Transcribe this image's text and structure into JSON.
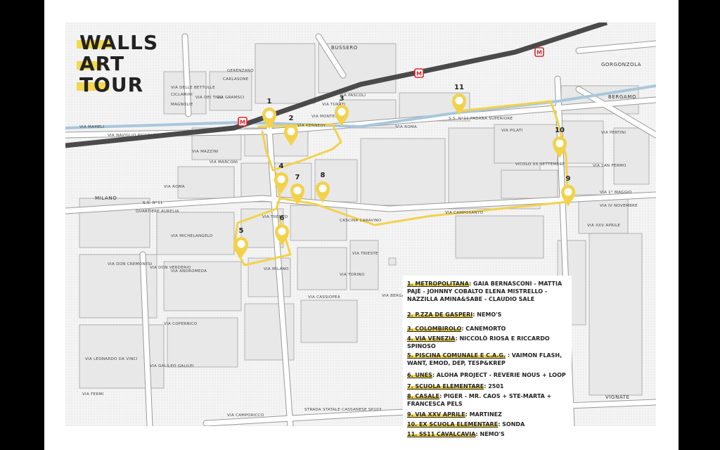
{
  "title": {
    "line1": "WALLS",
    "line2": "ART",
    "line3": "TOUR"
  },
  "colors": {
    "route": "#f2d24b",
    "pin": "#f2d24b",
    "canal": "#a8c7dc",
    "railway": "#4a4a4a",
    "road": "#ffffff",
    "block": "#e6e6e6",
    "metro": "#d9242b"
  },
  "cities": {
    "busserò": "BUSSERO",
    "gorgonzola": "GORGONZOLA",
    "bergamo": "BERGAMO",
    "milano": "MILANO",
    "vignate": "VIGNATE"
  },
  "streets": {
    "mameli": "VIA MAMELI",
    "naviglio": "VIA NAVIGLIO PICCOLO",
    "kennedy": "VIA KENNEDY",
    "roma": "VIA ROMA",
    "roma2": "VIA ROMA",
    "padana": "S.S. N°11 PADANA SUPERIORE",
    "mazzini": "VIA MAZZINI",
    "marconi": "VIA MARCONI",
    "dei_tigli": "VIA DEI TIGLI",
    "gramsci": "VIA GRAMSCI",
    "bs11": "S.S. N°11",
    "aurelia": "QUARTIERE AURELIA",
    "michelangelo": "VIA MICHELANGELO",
    "andromeda": "VIA ANDROMEDA",
    "milano_st": "VIA MILANO",
    "trento": "VIA TRENTO",
    "campo_santo": "VIA CAMPOSANTO",
    "cascina": "CASCINA CARAVINO",
    "cassiopea": "VIA CASSIOPEA",
    "copernico": "VIA COPERNICO",
    "leonardo": "VIA LEONARDO DA VINCI",
    "galileo": "VIA GALILEO GALILEI",
    "fermi": "VIA FERMI",
    "camporicco": "VIA CAMPORICCO",
    "cassanese": "STRADA STATALE CASSANESE SP103",
    "pertini": "VIA PERTINI",
    "san_fermo": "VIA SAN FERMO",
    "maggio": "VIA 1° MAGGIO",
    "novembre": "VIA IV NOVEMBRE",
    "xx_settembre": "VICOLO XX SETTEMBRE",
    "xxv_aprile": "VIA XXV APRILE",
    "bergamo_st": "VIA BERGAMO",
    "trieste": "VIA TRIESTE",
    "torino": "VIA TORINO",
    "don_verderio": "VIA DON VERDERIO",
    "don_cremonesi": "VIA DON CREMONESI",
    "turati": "VIA TURATI",
    "monterana": "VIA MONTERANA",
    "pilati": "VIA PILATI",
    "dei_bettulli": "VIA DELLE BETTULLE",
    "magnolie": "MAGNOLIE",
    "ciclamini": "CICLAMINI",
    "gerenzano": "GERENZANO",
    "carlasone": "CARLASONE",
    "pascoli": "VIA PASCOLI"
  },
  "pins": [
    "1",
    "2",
    "3",
    "4",
    "5",
    "6",
    "7",
    "8",
    "9",
    "10",
    "11"
  ],
  "legend": [
    {
      "name": "1. METROPOLITANA",
      "artists": ": GAIA BERNASCONI - MATTIA PAJÈ - JOHNNY COBALTO  ELENA MISTRELLO - NAZZILLA AMINA&SABE - CLAUDIO SALE"
    },
    {
      "name": "2.  P.ZZA DE GASPERI",
      "artists": ": NEMO'S"
    },
    {
      "name": "3. COLOMBIROLO",
      "artists": ": CANEMORTO"
    },
    {
      "name": "4. VIA VENEZIA",
      "artists": ": NICCOLÒ RIOSA E RICCARDO SPINOSO"
    },
    {
      "name": "5. PISCINA COMUNALE E C.A.G.",
      "artists": " : VAIMON FLASH, WANT, EMOD, DEP, TESP&KREP"
    },
    {
      "name": "6. UNES",
      "artists": ": ALOHA PROJECT - REVERIE NOUS + LOOP"
    },
    {
      "name": "7. SCUOLA ELEMENTARE",
      "artists": ": 2501"
    },
    {
      "name": "8. CASALE",
      "artists": ": PIGER - MR. CAOS + STE-MARTA + FRANCESCA PELS"
    },
    {
      "name": "9. VIA XXV APRILE",
      "artists": ": MARTINEZ"
    },
    {
      "name": "10. EX SCUOLA ELEMENTARE",
      "artists": ": SONDA"
    },
    {
      "name": "11. SS11 CAVALCAVIA",
      "artists": ": NEMO'S"
    }
  ]
}
